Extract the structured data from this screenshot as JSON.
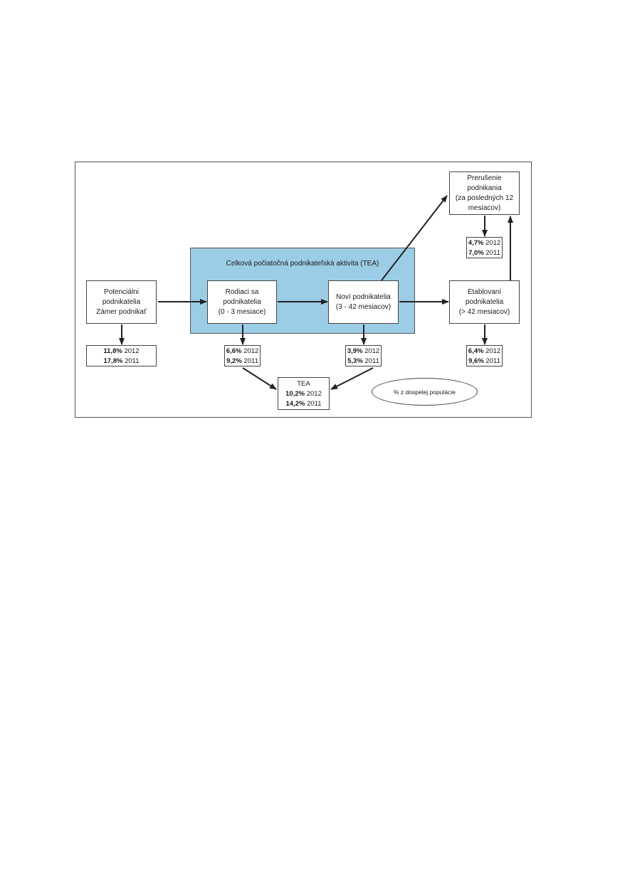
{
  "tea_zone": {
    "title": "Celková počiatočná podnikateľská aktivita (TEA)"
  },
  "nodes": {
    "potencialni": {
      "lines": [
        "Potenciálni",
        "podnikatelia",
        "Zámer podnikať"
      ]
    },
    "rodiaci": {
      "lines": [
        "Rodiaci sa",
        "podnikatelia",
        "(0 - 3 mesiace)"
      ]
    },
    "novi": {
      "lines": [
        "Noví podnikatelia",
        "(3 - 42 mesiacov)"
      ]
    },
    "etablovani": {
      "lines": [
        "Etablovaní",
        "podnikatelia",
        "(> 42 mesiacov)"
      ]
    },
    "prerusenie": {
      "lines": [
        "Prerušenie",
        "podnikania",
        "(za posledných 12",
        "mesiacov)"
      ]
    }
  },
  "stats": {
    "potencialni": [
      {
        "value": "11,8%",
        "year": "2012"
      },
      {
        "value": "17,8%",
        "year": "2011"
      }
    ],
    "rodiaci": [
      {
        "value": "6,6%",
        "year": "2012"
      },
      {
        "value": "9,2%",
        "year": "2011"
      }
    ],
    "novi": [
      {
        "value": "3,9%",
        "year": "2012"
      },
      {
        "value": "5,3%",
        "year": "2011"
      }
    ],
    "etablovani": [
      {
        "value": "6,4%",
        "year": "2012"
      },
      {
        "value": "9,6%",
        "year": "2011"
      }
    ],
    "prerusenie": [
      {
        "value": "4,7%",
        "year": "2012"
      },
      {
        "value": "7,0%",
        "year": "2011"
      }
    ],
    "tea": {
      "title": "TEA",
      "rows": [
        {
          "value": "10,2%",
          "year": "2012"
        },
        {
          "value": "14,2%",
          "year": "2011"
        }
      ]
    }
  },
  "legend": {
    "label": "% z dospelej populácie"
  },
  "colors": {
    "tea_zone_fill": "#9ccde6",
    "border": "#444444",
    "arrow": "#222222"
  }
}
